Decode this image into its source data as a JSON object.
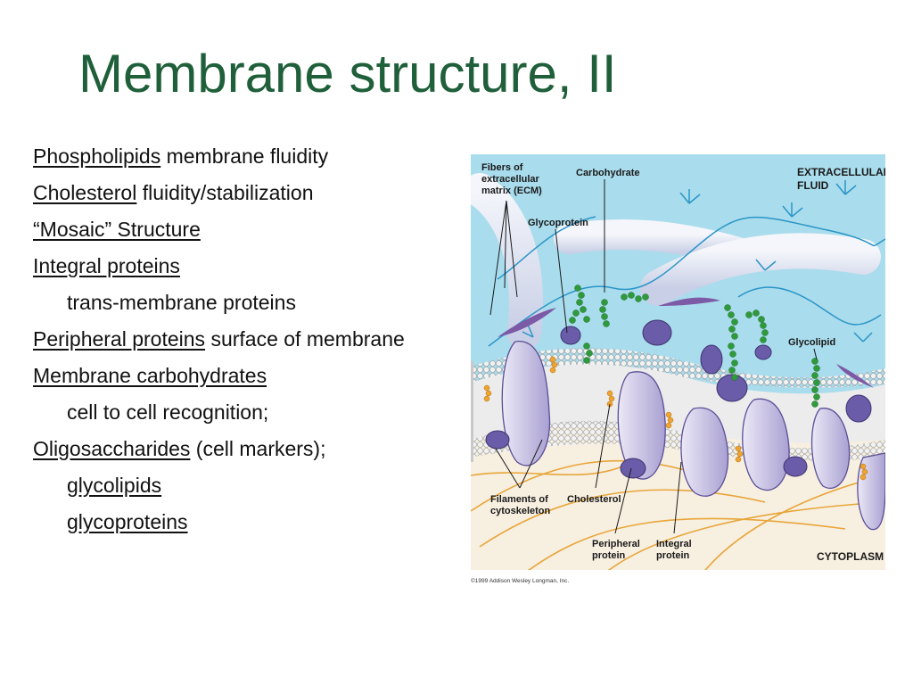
{
  "title": "Membrane structure, II",
  "bullets": {
    "phospholipids_term": "Phospholipids",
    "phospholipids_desc": " membrane fluidity",
    "cholesterol_term": "Cholesterol",
    "cholesterol_desc": " fluidity/stabilization",
    "mosaic": "“Mosaic” Structure",
    "integral_term": "Integral proteins",
    "integral_sub": "trans-membrane proteins",
    "peripheral_term": "Peripheral proteins",
    "peripheral_desc": " surface of membrane",
    "carbs_term": "Membrane carbohydrates",
    "carbs_sub": "cell to cell recognition;",
    "oligo_term": "Oligosaccharides",
    "oligo_desc": " (cell markers);",
    "glycolipids": "glycolipids",
    "glycoproteins": "glycoproteins"
  },
  "figure": {
    "labels": {
      "fibers_1": "Fibers of",
      "fibers_2": "extracellular",
      "fibers_3": "matrix (ECM)",
      "carbohydrate": "Carbohydrate",
      "extracellular_1": "EXTRACELLULAR",
      "extracellular_2": "FLUID",
      "glycoprotein": "Glycoprotein",
      "glycolipid": "Glycolipid",
      "filaments_1": "Filaments of",
      "filaments_2": "cytoskeleton",
      "cholesterol": "Cholesterol",
      "peripheral_1": "Peripheral",
      "peripheral_2": "protein",
      "integral_1": "Integral",
      "integral_2": "protein",
      "cytoplasm": "CYTOPLASM",
      "copyright": "©1999 Addison Wesley Longman, Inc."
    },
    "colors": {
      "fluid": "#a9dcec",
      "cytoplasm": "#f7efe0",
      "bilayer": "#dcdcdc",
      "protein": "#c9c3e3",
      "protein_dark": "#5a4f96",
      "carb": "#2f9a3c",
      "filament": "#e8a63a",
      "ecm_fiber": "#e3e8f4"
    }
  }
}
